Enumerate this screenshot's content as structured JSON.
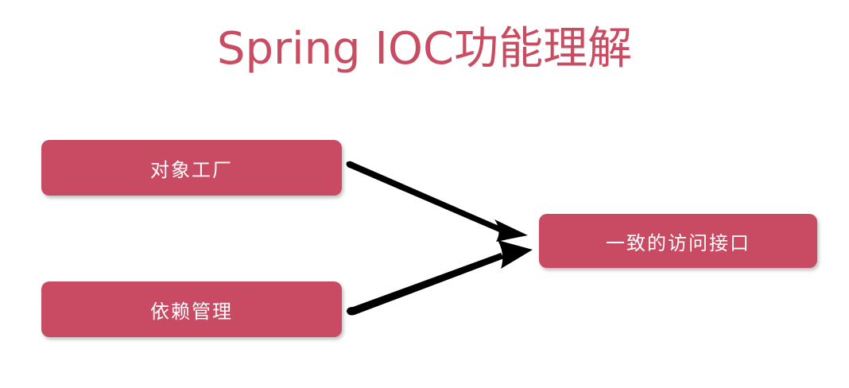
{
  "slide": {
    "title": "Spring IOC功能理解"
  },
  "nodes": {
    "object_factory": "对象工厂",
    "dependency_management": "依赖管理",
    "unified_access_interface": "一致的访问接口"
  },
  "colors": {
    "title": "#c94d62",
    "node_fill": "#c94a63",
    "node_text": "#ffffff",
    "arrow": "#000000"
  }
}
